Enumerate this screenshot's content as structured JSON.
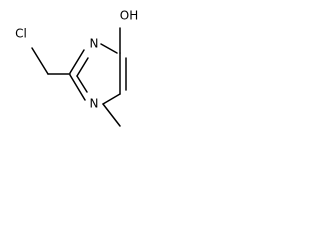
{
  "molecule": {
    "atoms": {
      "hydroxyl": "OH",
      "ring_n_top": "N",
      "ring_n_bottom": "N",
      "chlorine": "Cl"
    }
  }
}
